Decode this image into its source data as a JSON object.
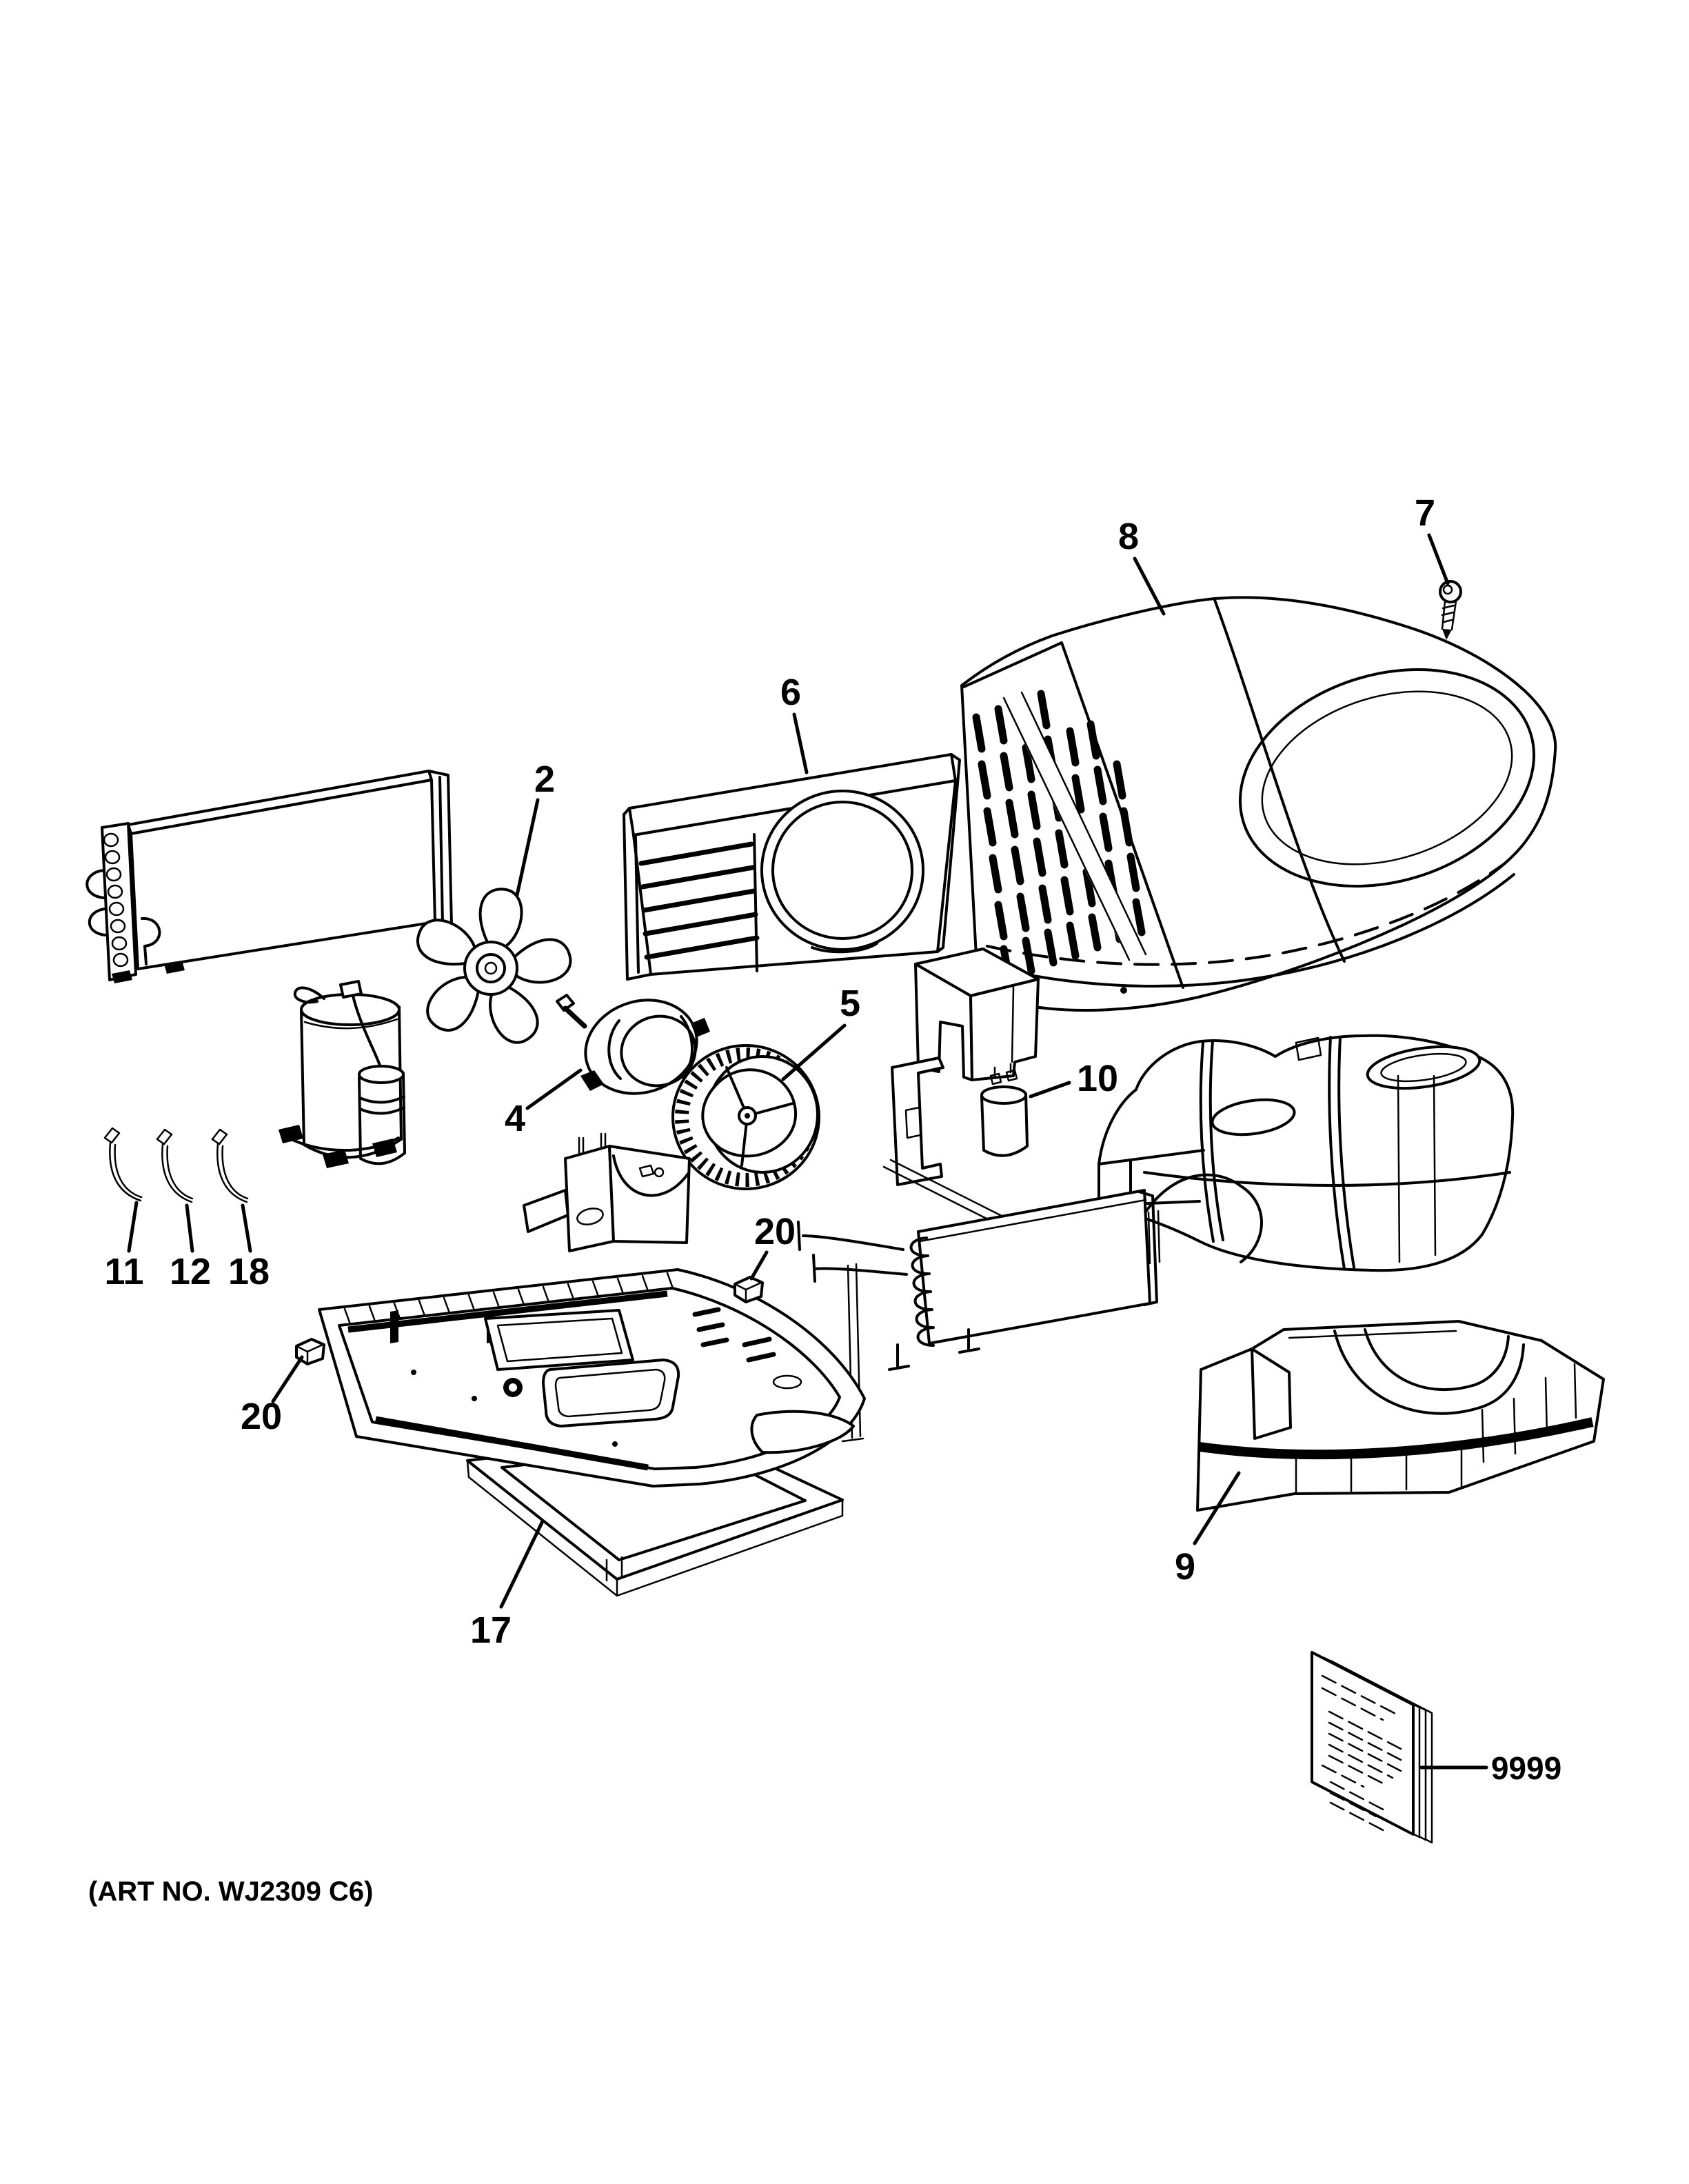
{
  "diagram": {
    "art_no": "(ART NO. WJ2309 C6)",
    "callouts": [
      {
        "label": "2",
        "part": "condenser-fan-blade"
      },
      {
        "label": "4",
        "part": "fan-motor"
      },
      {
        "label": "5",
        "part": "blower-wheel"
      },
      {
        "label": "6",
        "part": "condenser-bulkhead-panel"
      },
      {
        "label": "7",
        "part": "shroud-screw"
      },
      {
        "label": "8",
        "part": "outer-shroud-cover"
      },
      {
        "label": "9",
        "part": "lower-foam-pan"
      },
      {
        "label": "10",
        "part": "capacitor"
      },
      {
        "label": "11",
        "part": "wire-probe-a"
      },
      {
        "label": "12",
        "part": "wire-probe-b"
      },
      {
        "label": "18",
        "part": "wire-probe-c"
      },
      {
        "label": "17",
        "part": "base-pan-gasket"
      },
      {
        "label": "20",
        "part": "clip-right"
      },
      {
        "label": "20",
        "part": "clip-left"
      },
      {
        "label": "9999",
        "part": "owners-manual"
      }
    ]
  }
}
